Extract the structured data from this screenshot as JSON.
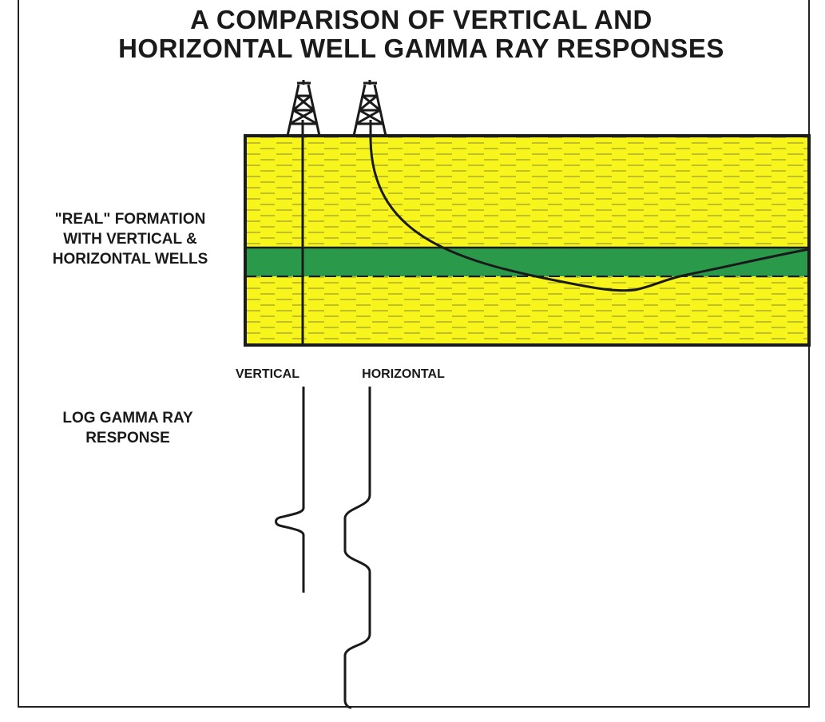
{
  "title": {
    "line1": "A COMPARISON OF VERTICAL AND",
    "line2": "HORIZONTAL WELL GAMMA RAY RESPONSES"
  },
  "labels": {
    "formation_line1": "\"REAL\" FORMATION",
    "formation_line2": "WITH VERTICAL &",
    "formation_line3": "HORIZONTAL WELLS",
    "vertical": "VERTICAL",
    "horizontal": "HORIZONTAL",
    "log_line1": "LOG GAMMA RAY",
    "log_line2": "RESPONSE"
  },
  "colors": {
    "sand": "#f7f51c",
    "shale_layer": "#2a9a4a",
    "ink": "#1a1a1a"
  },
  "icons": [
    "drilling-rig-icon"
  ]
}
